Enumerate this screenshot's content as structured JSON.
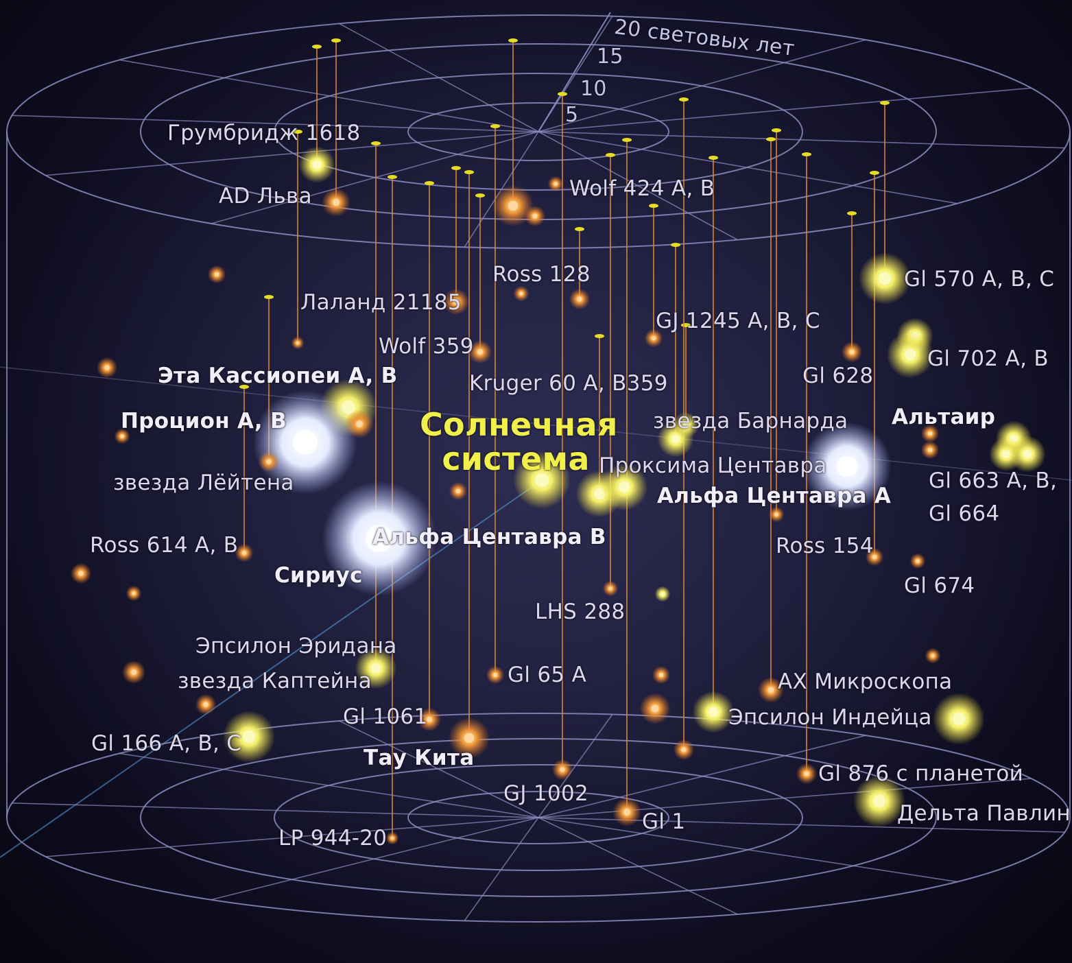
{
  "scale": {
    "unit_label": "20 световых лет",
    "ticks": [
      "5",
      "10",
      "15"
    ]
  },
  "colors": {
    "background": "#15142c",
    "grid": "#8e8cc0",
    "droplines": "#d8842e",
    "sun_label": "#f1f04a",
    "stem_cap": "#e6dc25"
  },
  "stars": [
    {
      "id": "groombridge",
      "label": "Грумбридж 1618"
    },
    {
      "id": "ad-leo",
      "label": "AD Льва"
    },
    {
      "id": "wolf424",
      "label": "Wolf 424 A, B"
    },
    {
      "id": "ross128",
      "label": "Ross 128"
    },
    {
      "id": "lalande",
      "label": "Лаланд 21185"
    },
    {
      "id": "wolf359",
      "label": "Wolf 359"
    },
    {
      "id": "gj1245",
      "label": "GJ 1245 A, B, C"
    },
    {
      "id": "gl570",
      "label": "Gl 570 A, B, C"
    },
    {
      "id": "gl702",
      "label": "Gl 702 A, B"
    },
    {
      "id": "gl628",
      "label": "Gl 628"
    },
    {
      "id": "eta-cas",
      "label": "Эта Кассиопеи A, B",
      "bold": true
    },
    {
      "id": "kruger60",
      "label": "Kruger 60 A, B359"
    },
    {
      "id": "procyon",
      "label": "Процион A, B",
      "bold": true
    },
    {
      "id": "sun",
      "label": "Солнечная система",
      "bold": true
    },
    {
      "id": "barnard",
      "label": "звезда Барнарда"
    },
    {
      "id": "altair",
      "label": "Альтаир",
      "bold": true
    },
    {
      "id": "luyten",
      "label": "звезда Лёйтена"
    },
    {
      "id": "proxima",
      "label": "Проксима Центавра"
    },
    {
      "id": "alpha-cen-a",
      "label": "Альфа Центавра A",
      "bold": true
    },
    {
      "id": "gl663",
      "label": "Gl 663 A, B,"
    },
    {
      "id": "gl664",
      "label": "Gl 664"
    },
    {
      "id": "ross614",
      "label": "Ross 614 A, B"
    },
    {
      "id": "alpha-cen-b",
      "label": "Альфа Центавра B",
      "bold": true
    },
    {
      "id": "ross154",
      "label": "Ross 154"
    },
    {
      "id": "sirius",
      "label": "Сириус",
      "bold": true
    },
    {
      "id": "gl674",
      "label": "Gl 674"
    },
    {
      "id": "lhs288",
      "label": "LHS 288"
    },
    {
      "id": "eps-eri",
      "label": "Эпсилон Эридана"
    },
    {
      "id": "kapteyn",
      "label": "звезда Каптейна"
    },
    {
      "id": "gl65a",
      "label": "Gl 65 A"
    },
    {
      "id": "ax-mic",
      "label": "AX Микроскопа"
    },
    {
      "id": "gl1061",
      "label": "Gl 1061"
    },
    {
      "id": "eps-ind",
      "label": "Эпсилон Индейца"
    },
    {
      "id": "gl166",
      "label": "Gl 166 A, B, C"
    },
    {
      "id": "tau-ceti",
      "label": "Тау Кита",
      "bold": true
    },
    {
      "id": "gl876",
      "label": "Gl 876 с планетой"
    },
    {
      "id": "gj1002",
      "label": "GJ 1002"
    },
    {
      "id": "delta-pav",
      "label": "Дельта Павлина"
    },
    {
      "id": "gl1",
      "label": "Gl 1"
    },
    {
      "id": "lp944",
      "label": "LP 944-20"
    }
  ]
}
